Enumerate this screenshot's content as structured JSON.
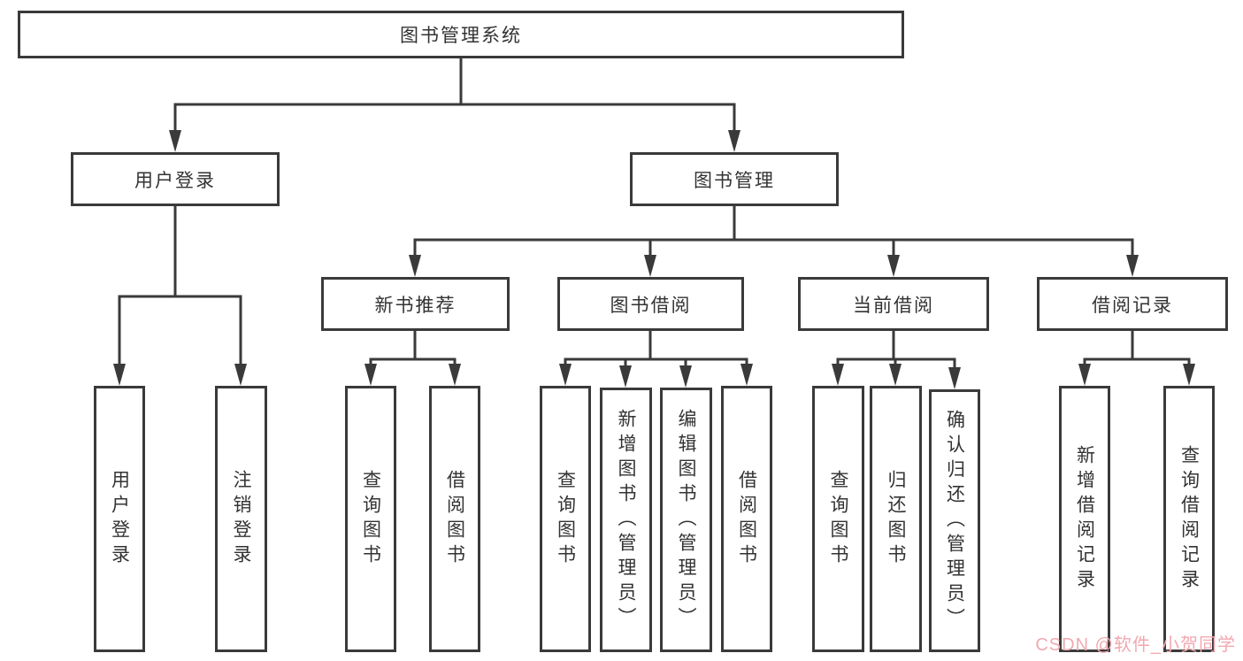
{
  "colors": {
    "line": "#3a3a3a",
    "text": "#333333",
    "background": "#ffffff",
    "watermark": "#f2a8b0"
  },
  "tree": {
    "label": "图书管理系统",
    "children": [
      {
        "label": "用户登录",
        "children": [
          {
            "label": "用户登录"
          },
          {
            "label": "注销登录"
          }
        ]
      },
      {
        "label": "图书管理",
        "children": [
          {
            "label": "新书推荐",
            "children": [
              {
                "label": "查询图书"
              },
              {
                "label": "借阅图书"
              }
            ]
          },
          {
            "label": "图书借阅",
            "children": [
              {
                "label": "查询图书"
              },
              {
                "label": "新增图书（管理员）"
              },
              {
                "label": "编辑图书（管理员）"
              },
              {
                "label": "借阅图书"
              }
            ]
          },
          {
            "label": "当前借阅",
            "children": [
              {
                "label": "查询图书"
              },
              {
                "label": "归还图书"
              },
              {
                "label": "确认归还（管理员）"
              }
            ]
          },
          {
            "label": "借阅记录",
            "children": [
              {
                "label": "新增借阅记录"
              },
              {
                "label": "查询借阅记录"
              }
            ]
          }
        ]
      }
    ]
  },
  "watermark": {
    "text": "CSDN @软件_小贺同学"
  }
}
